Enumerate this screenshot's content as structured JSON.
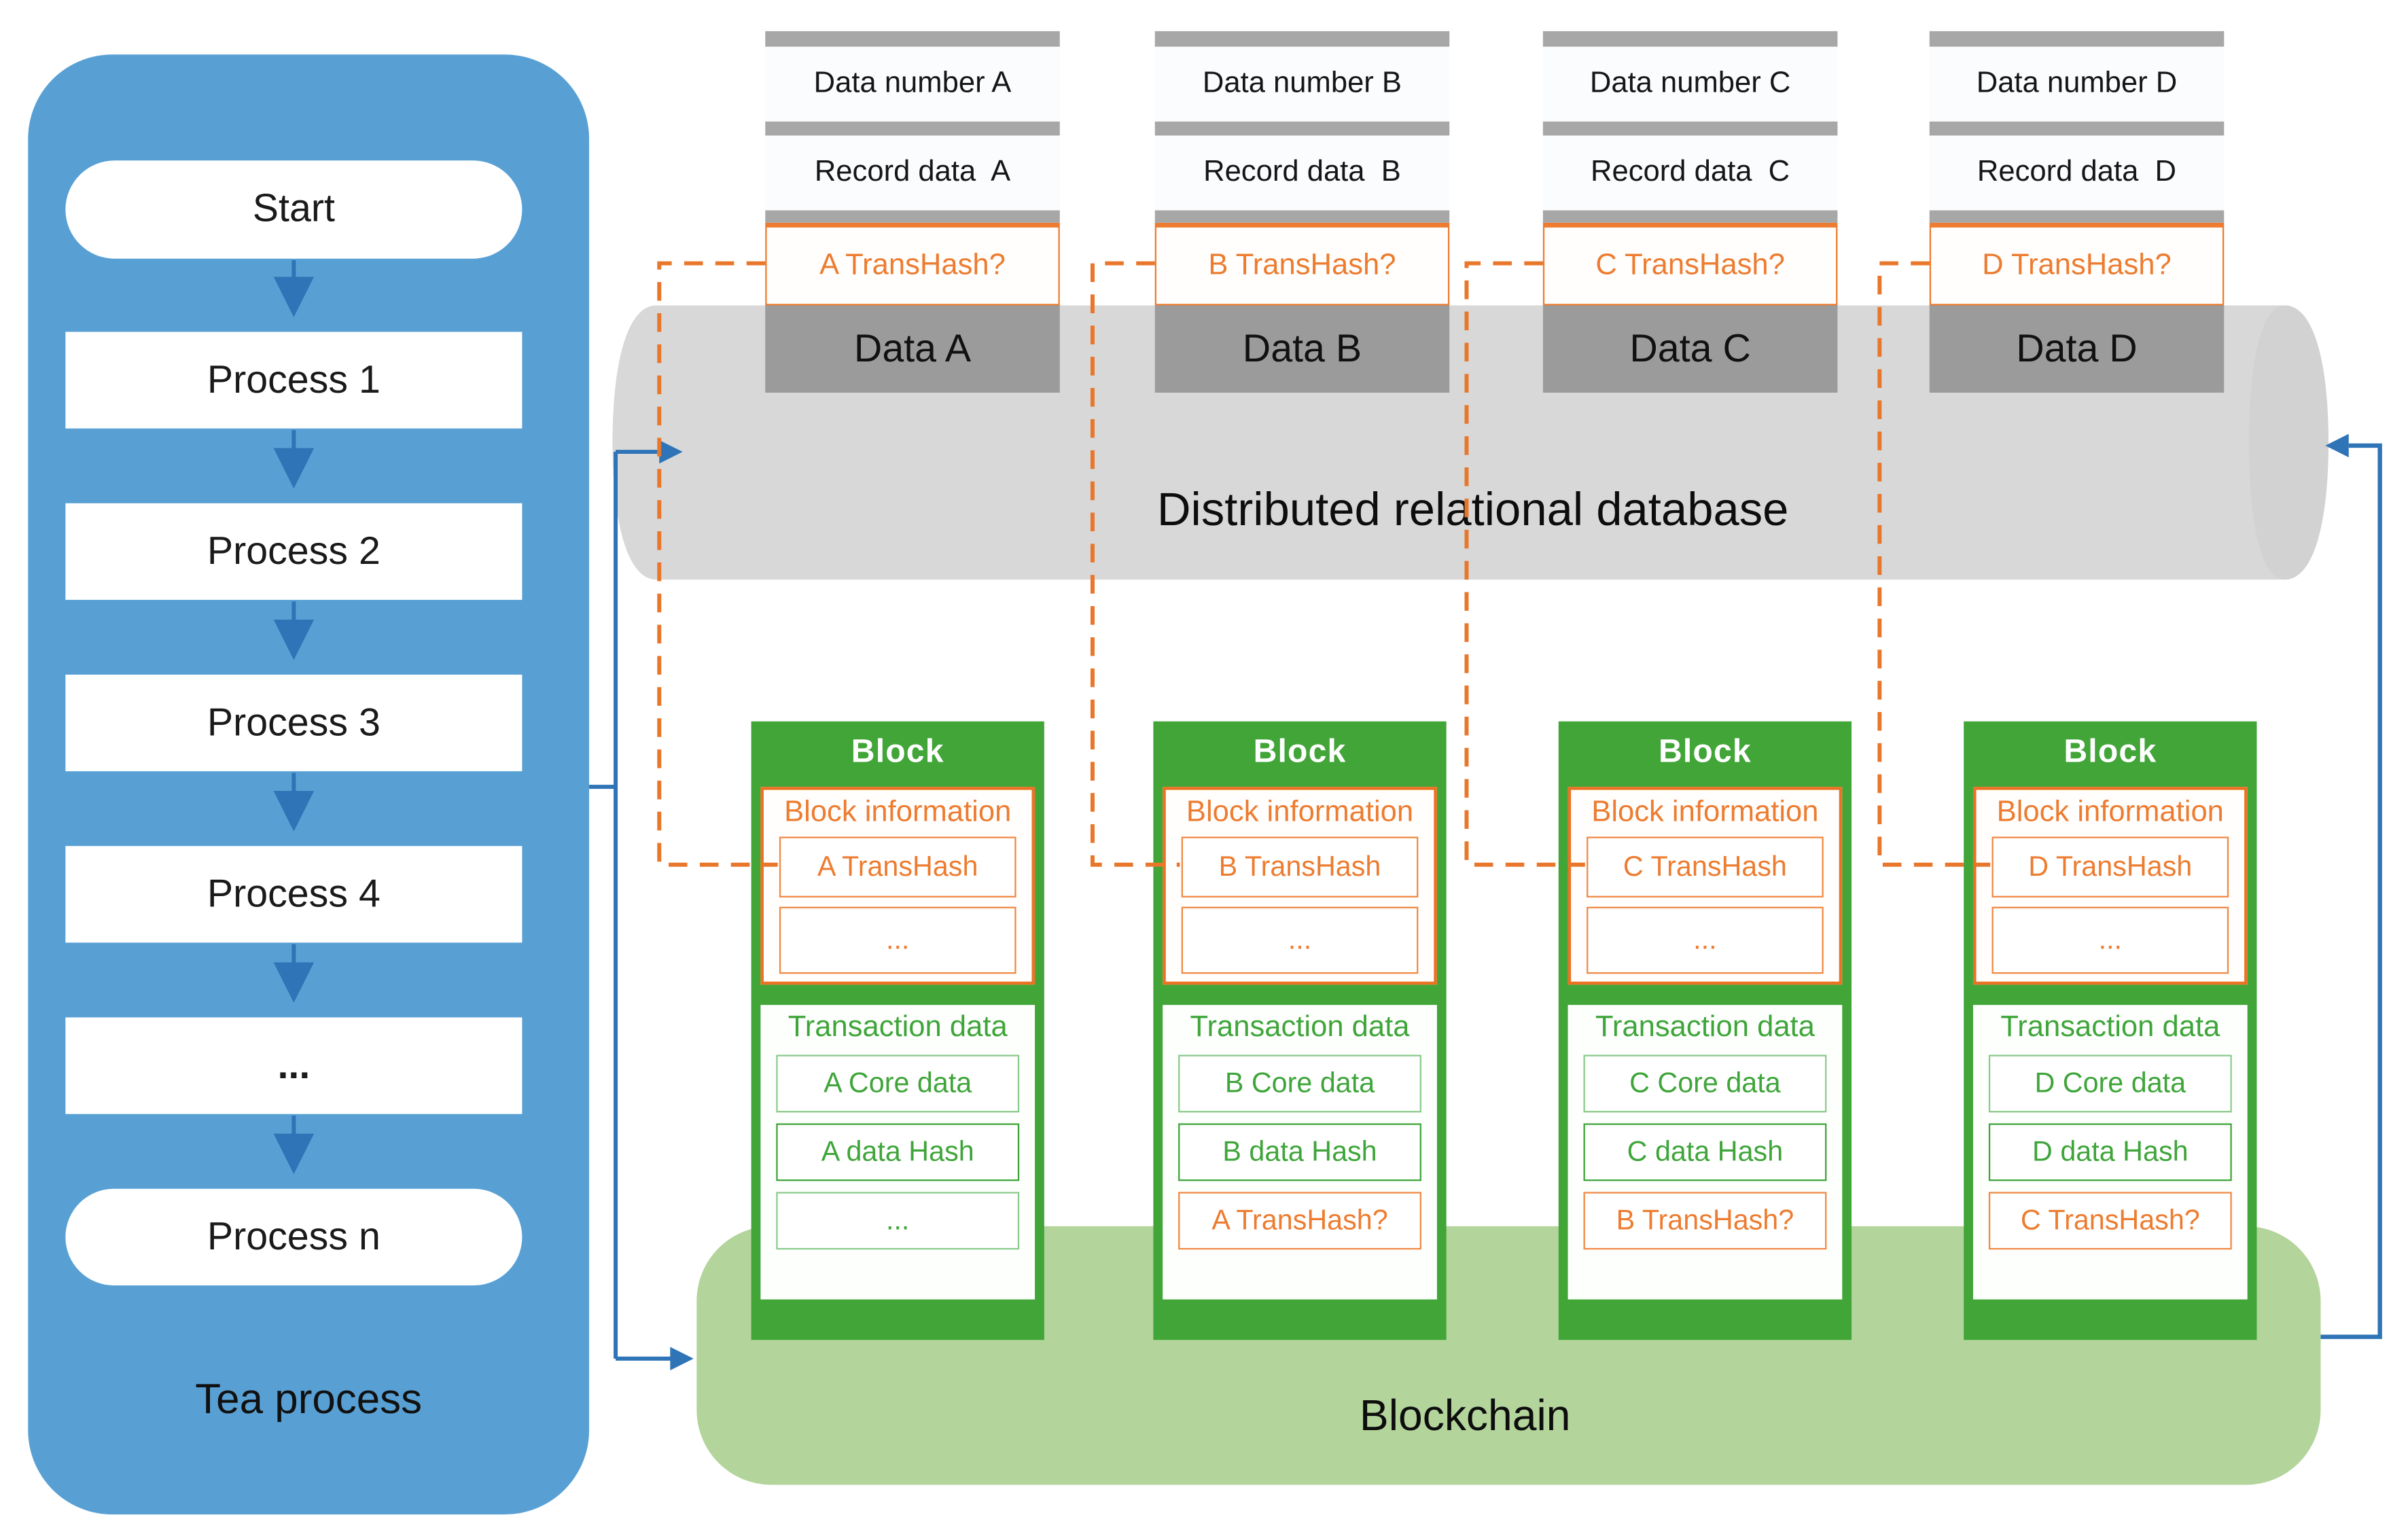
{
  "colors": {
    "panel_blue": "#58A0D4",
    "arrow_blue": "#2E74B6",
    "orange": "#ED7C30",
    "block_green": "#41A538",
    "blob_green": "#B3D49B",
    "cylinder_gray": "#D8D8D8",
    "band_gray": "#9B9B9B",
    "separator_gray": "#A7A7A7"
  },
  "flowchart": {
    "caption": "Tea process",
    "nodes": [
      {
        "label": "Start",
        "shape": "pill"
      },
      {
        "label": "Process 1",
        "shape": "rect"
      },
      {
        "label": "Process 2",
        "shape": "rect"
      },
      {
        "label": "Process 3",
        "shape": "rect"
      },
      {
        "label": "Process 4",
        "shape": "rect"
      },
      {
        "label": "...",
        "shape": "rect"
      },
      {
        "label": "Process n",
        "shape": "pill"
      }
    ]
  },
  "database": {
    "label": "Distributed relational database",
    "cards": [
      {
        "number": "Data number A",
        "record": "Record data  A",
        "transhash": "A TransHash?",
        "band": "Data A"
      },
      {
        "number": "Data number B",
        "record": "Record data  B",
        "transhash": "B TransHash?",
        "band": "Data B"
      },
      {
        "number": "Data number C",
        "record": "Record data  C",
        "transhash": "C TransHash?",
        "band": "Data C"
      },
      {
        "number": "Data number D",
        "record": "Record data  D",
        "transhash": "D TransHash?",
        "band": "Data D"
      }
    ]
  },
  "blockchain": {
    "label": "Blockchain",
    "blocks": [
      {
        "header": "Block",
        "info_title": "Block information",
        "info_hash": "A TransHash",
        "info_more": "...",
        "tx_title": "Transaction data",
        "tx_core": "A Core data",
        "tx_hash": "A data Hash",
        "tx_third": "..."
      },
      {
        "header": "Block",
        "info_title": "Block information",
        "info_hash": "B TransHash",
        "info_more": "...",
        "tx_title": "Transaction data",
        "tx_core": "B Core data",
        "tx_hash": "B data Hash",
        "tx_third": "A TransHash?"
      },
      {
        "header": "Block",
        "info_title": "Block information",
        "info_hash": "C TransHash",
        "info_more": "...",
        "tx_title": "Transaction data",
        "tx_core": "C Core data",
        "tx_hash": "C data Hash",
        "tx_third": "B TransHash?"
      },
      {
        "header": "Block",
        "info_title": "Block information",
        "info_hash": "D TransHash",
        "info_more": "...",
        "tx_title": "Transaction data",
        "tx_core": "D Core data",
        "tx_hash": "D data Hash",
        "tx_third": "C TransHash?"
      }
    ]
  }
}
